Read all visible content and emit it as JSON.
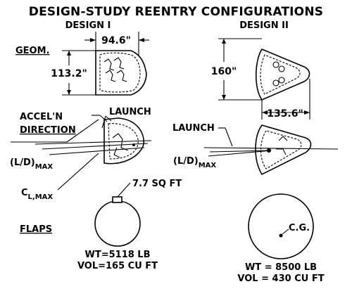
{
  "title": "DESIGN-STUDY REENTRY CONFIGURATIONS",
  "design1": {
    "header": "DESIGN  I",
    "width_dim": "94.6\"",
    "height_dim": "113.2\"",
    "flap_area": "7.7 SQ FT",
    "weight": "WT=5118 LB",
    "volume": "VOL=165 CU FT"
  },
  "design2": {
    "header": "DESIGN  II",
    "height_dim": "160\"",
    "width_dim": "135.6\"",
    "weight": "WT = 8500 LB",
    "volume": "VOL = 430 CU FT",
    "cg_label": "C.G."
  },
  "labels": {
    "geom": "GEOM.",
    "accel_line1": "ACCEL'N",
    "accel_line2": "DIRECTION",
    "launch": "LAUNCH",
    "ld_max": "(L/D)",
    "ld_sub": "MAX",
    "cl_max": "C",
    "cl_sub": "L,MAX",
    "flaps": "FLAPS"
  }
}
